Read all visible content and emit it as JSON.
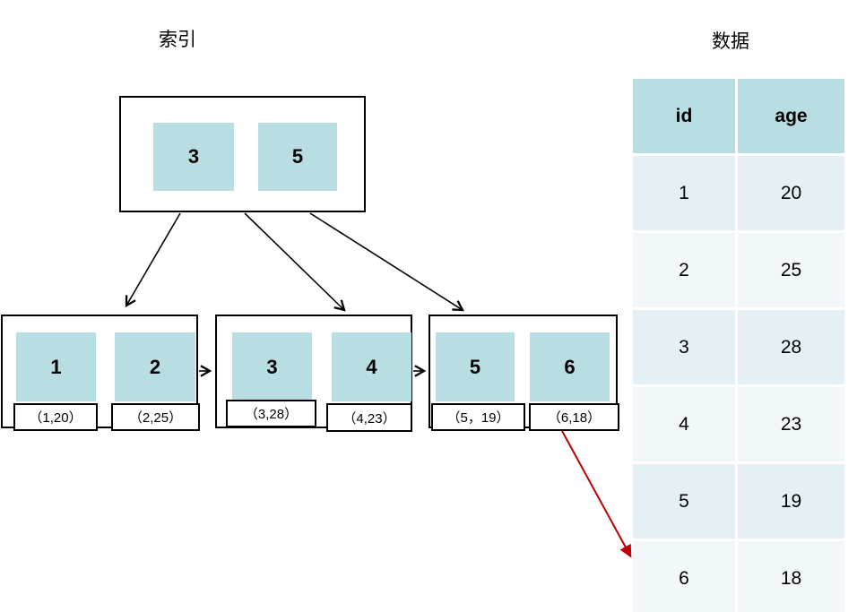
{
  "titles": {
    "index": "索引",
    "data": "数据"
  },
  "index_tree": {
    "root": {
      "keys": [
        "3",
        "5"
      ]
    },
    "leaves": [
      {
        "keys": [
          "1",
          "2"
        ],
        "tuples": [
          "（1,20）",
          "（2,25）"
        ]
      },
      {
        "keys": [
          "3",
          "4"
        ],
        "tuples": [
          "（3,28）",
          "（4,23）"
        ]
      },
      {
        "keys": [
          "5",
          "6"
        ],
        "tuples": [
          "（5，19）",
          "（6,18）"
        ]
      }
    ]
  },
  "data_table": {
    "headers": [
      "id",
      "age"
    ],
    "rows": [
      [
        "1",
        "20"
      ],
      [
        "2",
        "25"
      ],
      [
        "3",
        "28"
      ],
      [
        "4",
        "23"
      ],
      [
        "5",
        "19"
      ],
      [
        "6",
        "18"
      ]
    ]
  },
  "colors": {
    "node_cell_fill": "#b8dde2",
    "table_header_bg": "#b8dde2",
    "table_row_odd_bg": "#e5f0f4",
    "table_row_even_bg": "#f2f8fa",
    "arrow_black": "#000000",
    "arrow_red": "#c00000"
  }
}
